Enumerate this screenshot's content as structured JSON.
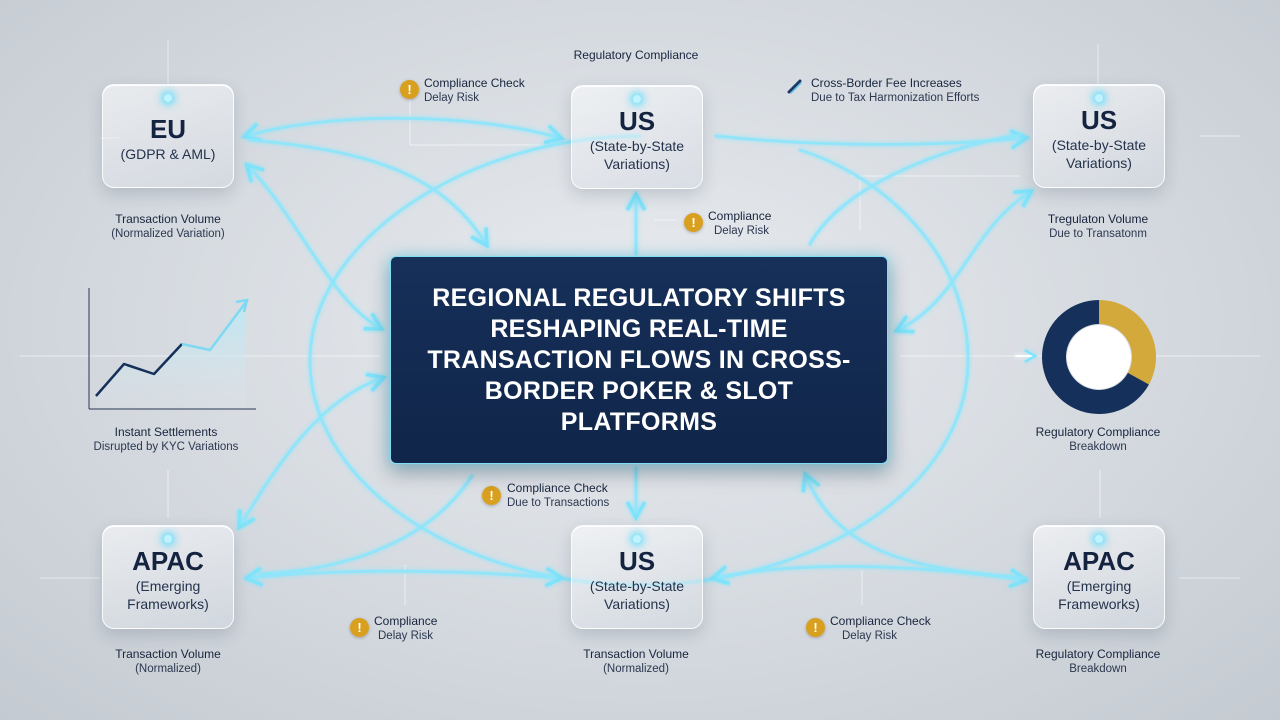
{
  "title": "REGIONAL REGULATORY SHIFTS RESHAPING REAL-TIME TRANSACTION FLOWS IN CROSS-BORDER POKER & SLOT PLATFORMS",
  "top_caption": "Regulatory Compliance",
  "nodes": {
    "eu": {
      "title": "EU",
      "sub": "(GDPR & AML)"
    },
    "us_top": {
      "title": "US",
      "sub1": "(State-by-State",
      "sub2": "Variations)"
    },
    "us_right": {
      "title": "US",
      "sub1": "(State-by-State",
      "sub2": "Variations)"
    },
    "apac_left": {
      "title": "APAC",
      "sub1": "(Emerging",
      "sub2": "Frameworks)"
    },
    "us_bottom": {
      "title": "US",
      "sub1": "(State-by-State",
      "sub2": "Variations)"
    },
    "apac_right": {
      "title": "APAC",
      "sub1": "(Emerging",
      "sub2": "Frameworks)"
    }
  },
  "labels": {
    "eu": {
      "line1": "Transaction Volume",
      "line2": "(Normalized Variation)"
    },
    "us_right": {
      "line1": "Tregulaton Volume",
      "line2": "Due to Transatonm"
    },
    "apac_left": {
      "line1": "Transaction Volume",
      "line2": "(Normalized)"
    },
    "us_bottom": {
      "line1": "Transaction Volume",
      "line2": "(Normalized)"
    },
    "apac_right": {
      "line1": "Regulatory Compliance",
      "line2": "Breakdown"
    }
  },
  "notes": {
    "top_left": {
      "line1": "Compliance Check",
      "line2": "Delay Risk"
    },
    "top_right": {
      "line1": "Cross-Border Fee Increases",
      "line2": "Due to Tax Harmonization Efforts"
    },
    "center_top": {
      "line1": "Compliance",
      "line2": "Delay Risk"
    },
    "center_bottom": {
      "line1": "Compliance Check",
      "line2": "Due to Transactions"
    },
    "bottom_left": {
      "line1": "Compliance",
      "line2": "Delay Risk"
    },
    "bottom_right": {
      "line1": "Compliance Check",
      "line2": "Delay Risk"
    }
  },
  "line_chart": {
    "caption1": "Instant Settlements",
    "caption2": "Disrupted by KYC Variations"
  },
  "donut_chart": {
    "caption1": "Regulatory Compliance",
    "caption2": "Breakdown",
    "segments": [
      {
        "fraction": 0.33,
        "color": "#d4a93c"
      },
      {
        "fraction": 0.67,
        "color": "#15305a"
      }
    ]
  },
  "warning_symbol": "!",
  "colors": {
    "accent": "#5fd8f5",
    "panel": "#12284c",
    "warning": "#d9a020"
  }
}
